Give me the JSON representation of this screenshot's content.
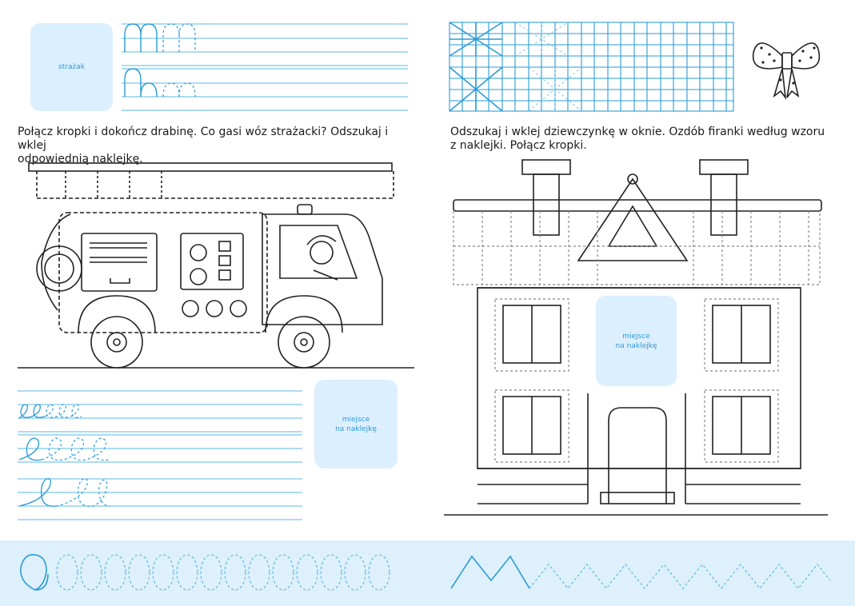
{
  "left_page": {
    "sticker_top_label": "strażak",
    "instruction": [
      "Połącz kropki i dokończ drabinę. Co gasi wóz strażacki? Odszukaj i wklej",
      "odpowiednią naklejkę."
    ],
    "sticker_bottom_label": [
      "miejsce",
      "na naklejkę"
    ]
  },
  "right_page": {
    "instruction": [
      "Odszukaj i wklej dziewczynkę w oknie. Ozdób firanki według wzoru",
      "z naklejki. Połącz kropki."
    ],
    "sticker_window_label": [
      "miejsce",
      "na naklejkę"
    ]
  },
  "colors": {
    "accent": "#2a9bd6",
    "sticker_bg": "#dcefff",
    "band_bg": "#ddf0fb",
    "line": "#222222"
  }
}
